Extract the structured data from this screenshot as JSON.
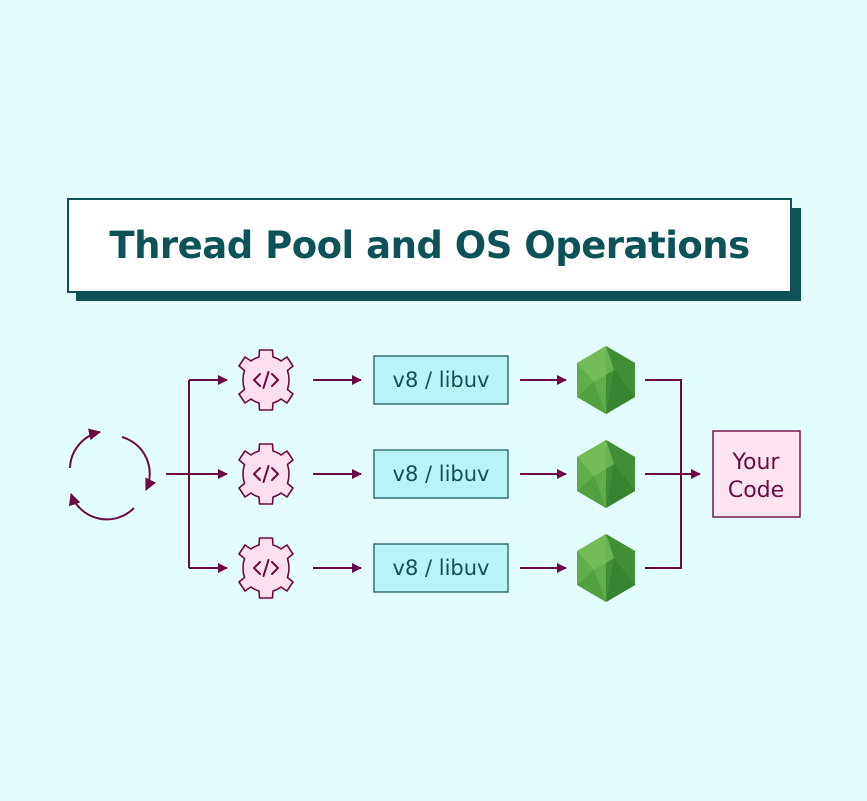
{
  "title": "Thread Pool and OS Operations",
  "rows": [
    {
      "gear_icon": "code-gear-icon",
      "label": "v8 / libuv",
      "node_icon": "nodejs-hexagon-icon"
    },
    {
      "gear_icon": "code-gear-icon",
      "label": "v8 / libuv",
      "node_icon": "nodejs-hexagon-icon"
    },
    {
      "gear_icon": "code-gear-icon",
      "label": "v8 / libuv",
      "node_icon": "nodejs-hexagon-icon"
    }
  ],
  "result": {
    "line1": "Your",
    "line2": "Code"
  },
  "loop_icon": "event-loop-cycle-icon",
  "colors": {
    "background": "#e3fcfc",
    "title_text": "#0d5257",
    "arrow": "#6b0a44",
    "gear_fill": "#fcdfee",
    "label_box_fill": "#b8f3f5",
    "result_box_fill": "#fde4f0",
    "node_green": "#4a9e3c"
  }
}
